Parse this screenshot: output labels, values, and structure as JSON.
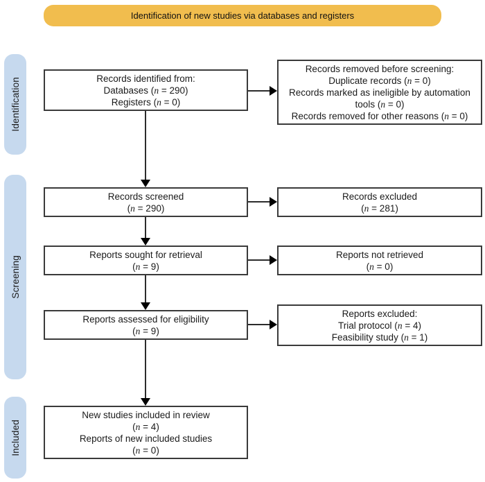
{
  "banner": {
    "label": "Identification of new studies via databases and registers"
  },
  "sidebar": {
    "identification_label": "Identification",
    "screening_label": "Screening",
    "included_label": "Included"
  },
  "boxes": {
    "records_identified": {
      "lines": [
        "Records identified from:",
        "Databases (n = 290)",
        "Registers (n = 0)"
      ]
    },
    "records_removed": {
      "lines": [
        "Records removed before screening:",
        "Duplicate records (n = 0)",
        "Records marked as ineligible by automation tools (n = 0)",
        "Records removed for other reasons (n = 0)"
      ]
    },
    "records_screened": {
      "lines": [
        "Records screened",
        "(n = 290)"
      ]
    },
    "records_excluded": {
      "lines": [
        "Records excluded",
        "(n = 281)"
      ]
    },
    "reports_sought": {
      "lines": [
        "Reports sought for retrieval",
        "(n = 9)"
      ]
    },
    "reports_not_retrieved": {
      "lines": [
        "Reports not retrieved",
        "(n = 0)"
      ]
    },
    "reports_assessed": {
      "lines": [
        "Reports assessed for eligibility",
        "(n = 9)"
      ]
    },
    "reports_excluded": {
      "lines": [
        "Reports excluded:",
        "Trial protocol (n = 4)",
        "Feasibility study (n = 1)"
      ]
    },
    "new_studies_included": {
      "lines": [
        "New studies included in review",
        "(n = 4)",
        "Reports of new included studies",
        "(n = 0)"
      ]
    }
  },
  "colors": {
    "banner_bg": "#F1BD4E",
    "stage_bg": "#C6D9EE",
    "box_border": "#3A3A3A",
    "arrow": "#2B2B2B",
    "text": "#1A1A1A"
  }
}
